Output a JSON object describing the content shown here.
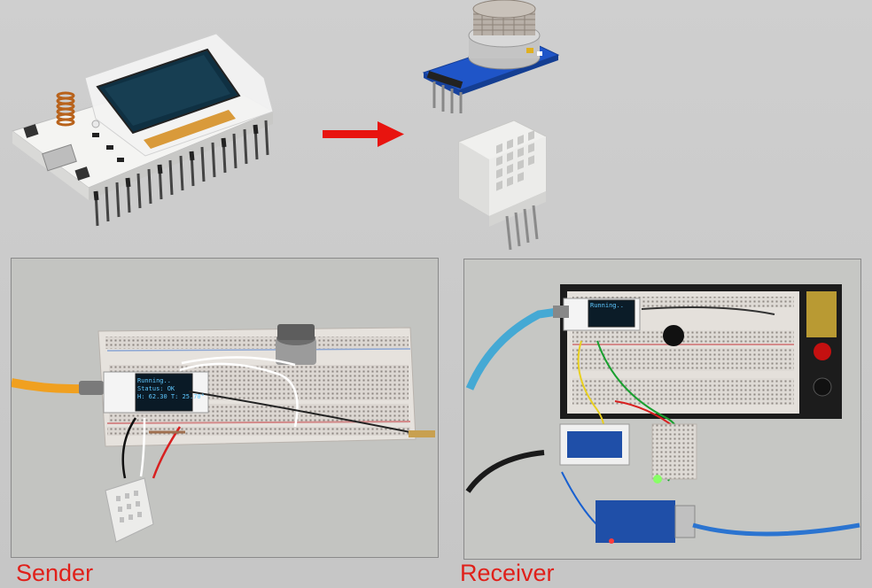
{
  "labels": {
    "sender": "Sender",
    "receiver": "Receiver"
  },
  "sender_display": {
    "line1": "Running..",
    "line2": "Status: OK",
    "line3": "H: 62.30 T: 25.70°"
  },
  "receiver_display": {
    "line1": "Running.."
  },
  "colors": {
    "background": "#c9c9c9",
    "arrow": "#e8140f",
    "caption": "#e0201a",
    "oled_text": "#5fc8ff",
    "gas_sensor_board": "#1f55c8",
    "dht_sensor": "#f0f0ee"
  }
}
